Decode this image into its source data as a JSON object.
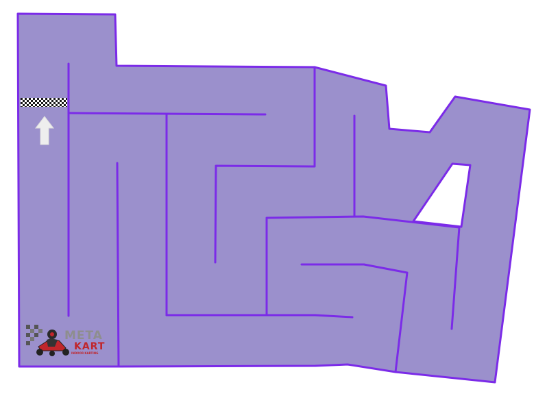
{
  "map": {
    "track_fill": "#9b90cc",
    "wall_color": "#7b2be8",
    "direction_arrow": "up-arrow-icon"
  },
  "logo": {
    "line1": "META",
    "line2": "KART",
    "tagline": "INDOOR KARTING",
    "line1_color": "#8e8e8e",
    "line2_color": "#c0262b",
    "tagline_color": "#c0262b"
  }
}
